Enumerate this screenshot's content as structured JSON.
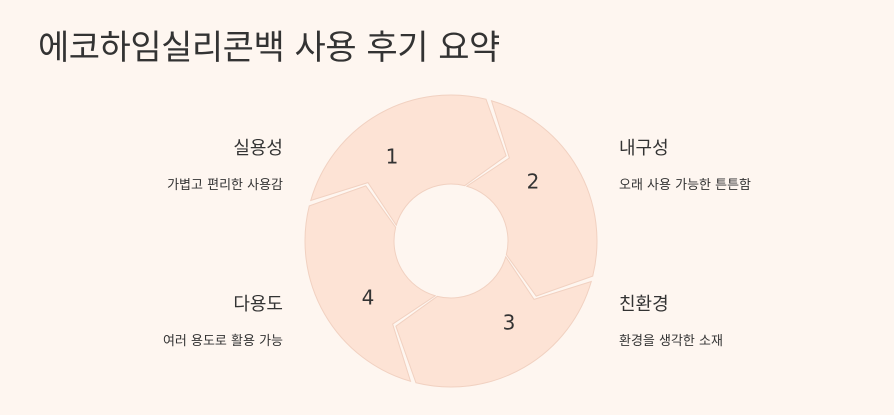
{
  "title": "에코하임실리콘백 사용 후기 요약",
  "colors": {
    "background": "#fef6f0",
    "segment_fill": "#fde3d5",
    "segment_stroke": "#f1d1c1",
    "text": "#333333"
  },
  "segments": [
    {
      "number": "1",
      "label": "실용성",
      "description": "가볍고 편리한 사용감"
    },
    {
      "number": "2",
      "label": "내구성",
      "description": "오래 사용 가능한 튼튼함"
    },
    {
      "number": "3",
      "label": "친환경",
      "description": "환경을 생각한 소재"
    },
    {
      "number": "4",
      "label": "다용도",
      "description": "여러 용도로 활용 가능"
    }
  ]
}
